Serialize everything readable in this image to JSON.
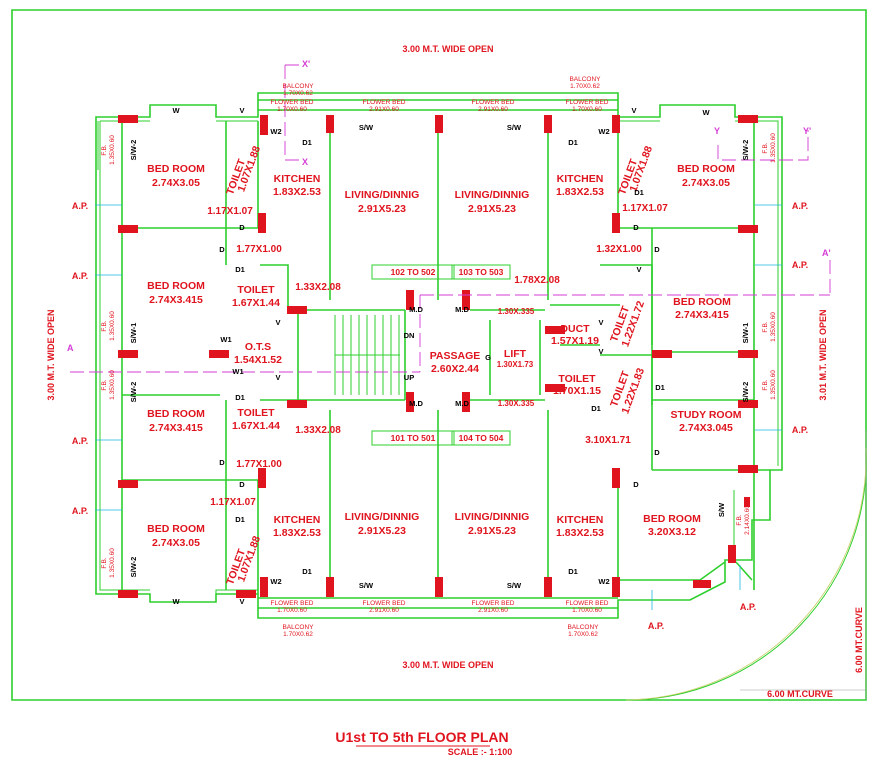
{
  "title": "U1st TO 5th FLOOR PLAN",
  "scale": "SCALE :- 1:100",
  "road_top": "3.00 M.T. WIDE OPEN",
  "road_bottom": "3.00 M.T. WIDE OPEN",
  "road_left": "3.00 M.T. WIDE OPEN",
  "road_right": "3.01 M.T. WIDE OPEN",
  "curve_right": "6.00 MT.CURVE",
  "curve_bottom": "6.00 MT.CURVE",
  "rooms": {
    "bed_tl": {
      "name": "BED ROOM",
      "size": "2.74X3.05"
    },
    "bed_ml1": {
      "name": "BED ROOM",
      "size": "2.74X3.415"
    },
    "bed_ml2": {
      "name": "BED ROOM",
      "size": "2.74X3.415"
    },
    "bed_bl": {
      "name": "BED ROOM",
      "size": "2.74X3.05"
    },
    "bed_tr": {
      "name": "BED ROOM",
      "size": "2.74X3.05"
    },
    "bed_mr": {
      "name": "BED ROOM",
      "size": "2.74X3.415"
    },
    "study_mr": {
      "name": "STUDY ROOM",
      "size": "2.74X3.045"
    },
    "bed_br": {
      "name": "BED ROOM",
      "size": "3.20X3.12"
    },
    "kitchen_tl": {
      "name": "KITCHEN",
      "size": "1.83X2.53"
    },
    "kitchen_tr": {
      "name": "KITCHEN",
      "size": "1.83X2.53"
    },
    "kitchen_bl": {
      "name": "KITCHEN",
      "size": "1.83X2.53"
    },
    "kitchen_br": {
      "name": "KITCHEN",
      "size": "1.83X2.53"
    },
    "living_tl": {
      "name": "LIVING/DINNIG",
      "size": "2.91X5.23"
    },
    "living_tr": {
      "name": "LIVING/DINNIG",
      "size": "2.91X5.23"
    },
    "living_bl": {
      "name": "LIVING/DINNIG",
      "size": "2.91X5.23"
    },
    "living_br": {
      "name": "LIVING/DINNIG",
      "size": "2.91X5.23"
    },
    "toilet_tl": {
      "name": "TOILET",
      "size": "1.07X1.88"
    },
    "toilet_tr": {
      "name": "TOILET",
      "size": "1.07X1.88"
    },
    "toilet_bl": {
      "name": "TOILET",
      "size": "1.07X1.88"
    },
    "toilet_ml1": {
      "name": "TOILET",
      "size": "1.67X1.44"
    },
    "toilet_ml2": {
      "name": "TOILET",
      "size": "1.67X1.44"
    },
    "toilet_mr1": {
      "name": "TOILET",
      "size": "1.22X1.72"
    },
    "toilet_mr2": {
      "name": "TOILET",
      "size": "1.22X1.83"
    },
    "toilet_lift": {
      "name": "TOILET",
      "size": "1.70X1.15"
    },
    "duct": {
      "name": "DUCT",
      "size": "1.57X1.19"
    },
    "ots": {
      "name": "O.T.S",
      "size": "1.54X1.52"
    },
    "passage": {
      "name": "PASSAGE",
      "size": "2.60X2.44"
    },
    "lift": {
      "name": "LIFT",
      "size": "1.30X1.73"
    }
  },
  "dims": {
    "tl_117": "1.17X1.07",
    "tr_117": "1.17X1.07",
    "bl_117": "1.17X1.07",
    "l_177a": "1.77X1.00",
    "l_177b": "1.77X1.00",
    "r_132": "1.32X1.00",
    "l_133a": "1.33X2.08",
    "l_133b": "1.33X2.08",
    "r_178": "1.78X2.08",
    "r_310": "3.10X1.71",
    "lift_top": "1.30X.335",
    "lift_bot": "1.30X.335"
  },
  "flats": {
    "f102": "102 TO 502",
    "f103": "103 TO 503",
    "f101": "101 TO 501",
    "f104": "104 TO 504"
  },
  "balcony": {
    "label": "BALCONY",
    "size": "1.70X0.62"
  },
  "flower_bed": {
    "label": "FLOWER BED",
    "small": "1.70X0.60",
    "large": "2.91X0.60"
  },
  "fb_side": {
    "label": "F.B.",
    "size": "1.35X0.60"
  },
  "fb_right_low": {
    "label": "F.B.",
    "size": "2.14X0.60"
  },
  "ap": "A.P.",
  "marks": {
    "w": "W",
    "v": "V",
    "d": "D",
    "d1": "D1",
    "w1": "W1",
    "w2": "W2",
    "sw": "S/W",
    "sw1": "S/W-1",
    "sw2": "S/W-2",
    "md": "M.D",
    "g": "G",
    "dn": "DN",
    "up": "UP",
    "x": "X",
    "xp": "X'",
    "y": "Y",
    "yp": "Y'",
    "a": "A",
    "ap_sec": "A'"
  }
}
